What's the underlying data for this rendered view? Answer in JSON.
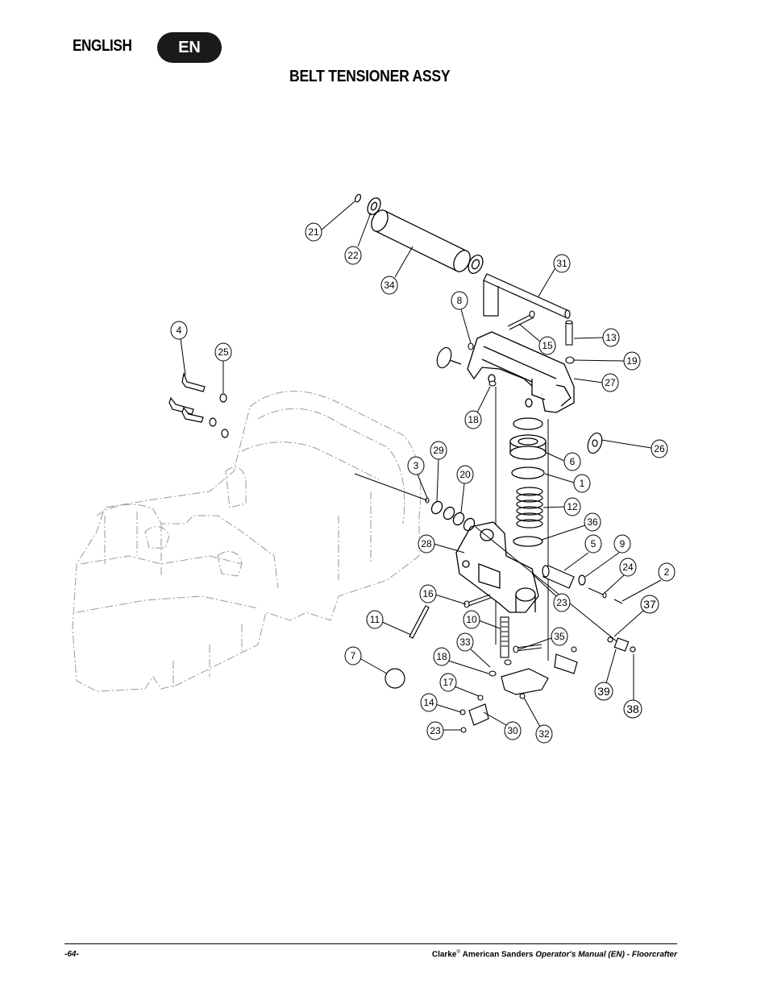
{
  "header": {
    "language_label": "ENGLISH",
    "language_code": "EN"
  },
  "title": "BELT TENSIONER ASSY",
  "callouts": [
    "21",
    "22",
    "34",
    "31",
    "8",
    "15",
    "13",
    "4",
    "25",
    "19",
    "27",
    "18",
    "26",
    "6",
    "29",
    "3",
    "20",
    "1",
    "12",
    "36",
    "28",
    "5",
    "9",
    "24",
    "2",
    "16",
    "37",
    "10",
    "23",
    "11",
    "33",
    "35",
    "18",
    "7",
    "17",
    "14",
    "39",
    "38",
    "23",
    "30",
    "32"
  ],
  "footer": {
    "page_number": "-64-",
    "brand": "Clarke",
    "registered": "®",
    "company": "American Sanders",
    "manual_title": "Operator's Manual (EN) - Floorcrafter"
  },
  "colors": {
    "line": "#000000",
    "ghost_line": "#9a9a9a",
    "badge": "#1a1a1a"
  }
}
